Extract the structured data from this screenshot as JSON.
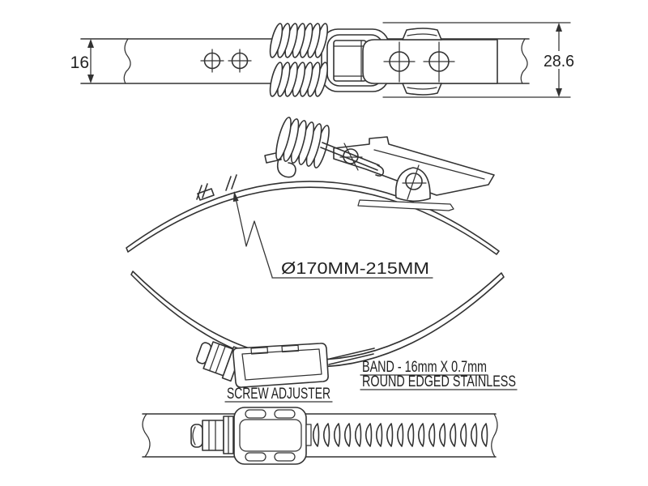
{
  "colors": {
    "background": "#ffffff",
    "line": "#333333"
  },
  "top_view": {
    "band_width_dim": "16",
    "overall_width_dim": "28.6"
  },
  "front_view": {
    "diameter_range": "Ø170MM-215MM"
  },
  "labels": {
    "screw_adjuster": "SCREW ADJUSTER",
    "band_spec_1": "BAND - 16mm X 0.7mm",
    "band_spec_2": "ROUND EDGED STAINLESS"
  }
}
